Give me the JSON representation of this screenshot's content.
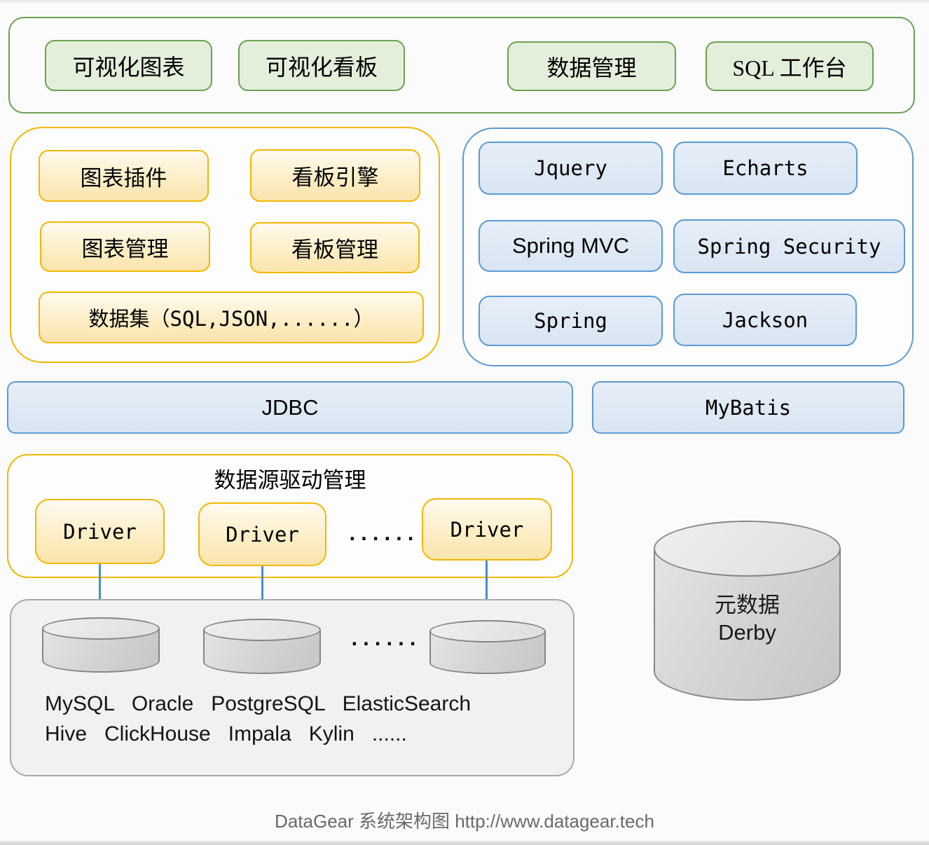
{
  "app_layer": {
    "items": [
      "可视化图表",
      "可视化看板",
      "数据管理",
      "SQL 工作台"
    ]
  },
  "module_layer": {
    "items": [
      "图表插件",
      "看板引擎",
      "图表管理",
      "看板管理",
      "数据集（SQL,JSON,......）"
    ]
  },
  "framework_layer": {
    "items": [
      "Jquery",
      "Echarts",
      "Spring MVC",
      "Spring Security",
      "Spring",
      "Jackson"
    ]
  },
  "data_access": {
    "jdbc": "JDBC",
    "mybatis": "MyBatis"
  },
  "driver_manager": {
    "title": "数据源驱动管理",
    "drivers": [
      "Driver",
      "Driver",
      "Driver"
    ],
    "ellipsis": "......"
  },
  "datasource_layer": {
    "ellipsis": "......",
    "names_line1": "MySQL   Oracle   PostgreSQL   ElasticSearch",
    "names_line2": "Hive   ClickHouse   Impala   Kylin   ......"
  },
  "metadata_store": {
    "title": "元数据",
    "engine": "Derby"
  },
  "footer": {
    "caption": "DataGear 系统架构图 http://www.datagear.tech"
  },
  "colors": {
    "green_border": "#6ca052",
    "green_fill": "#e3efdb",
    "gold_border": "#f3b700",
    "yellow_fill": "#fdeec6",
    "blue_border": "#5b9bd5",
    "blue_fill": "#d9e5f2",
    "gray_fill": "#f1f1f1",
    "arrow": "#4a8ccc"
  }
}
